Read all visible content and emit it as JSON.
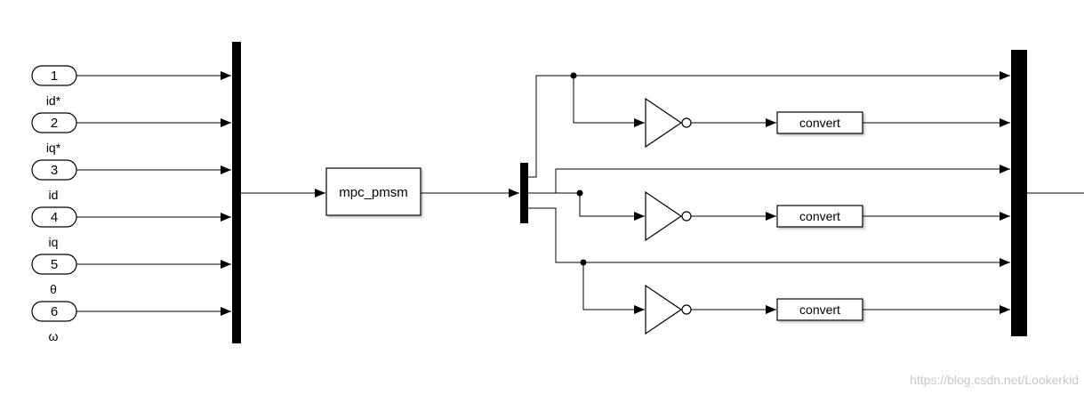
{
  "diagram": {
    "inports": [
      {
        "number": "1",
        "signal": "id*"
      },
      {
        "number": "2",
        "signal": "iq*"
      },
      {
        "number": "3",
        "signal": "id"
      },
      {
        "number": "4",
        "signal": "iq"
      },
      {
        "number": "5",
        "signal": "θ"
      },
      {
        "number": "6",
        "signal": "ω"
      }
    ],
    "subsystem_label": "mpc_pmsm",
    "convert_labels": [
      "convert",
      "convert",
      "convert"
    ]
  },
  "watermark": "https://blog.csdn.net/Lookerkid"
}
